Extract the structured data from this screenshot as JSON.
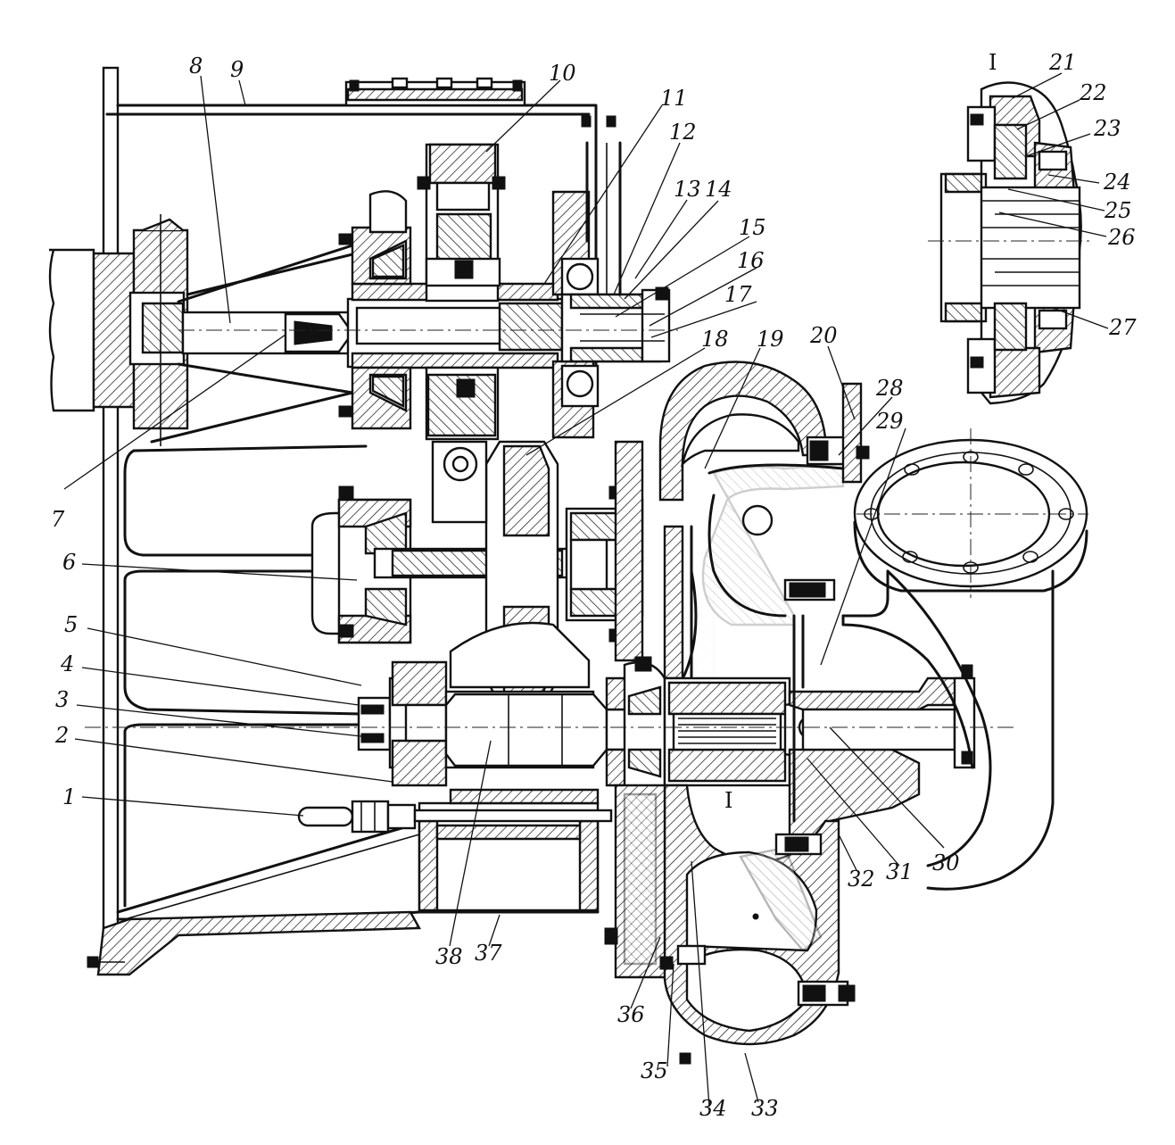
{
  "section_marks": {
    "inset_title": "I",
    "section_ref": "I"
  },
  "callouts": [
    {
      "n": "1"
    },
    {
      "n": "2"
    },
    {
      "n": "3"
    },
    {
      "n": "4"
    },
    {
      "n": "5"
    },
    {
      "n": "6"
    },
    {
      "n": "7"
    },
    {
      "n": "8"
    },
    {
      "n": "9"
    },
    {
      "n": "10"
    },
    {
      "n": "11"
    },
    {
      "n": "12"
    },
    {
      "n": "13"
    },
    {
      "n": "14"
    },
    {
      "n": "15"
    },
    {
      "n": "16"
    },
    {
      "n": "17"
    },
    {
      "n": "18"
    },
    {
      "n": "19"
    },
    {
      "n": "20"
    },
    {
      "n": "21"
    },
    {
      "n": "22"
    },
    {
      "n": "23"
    },
    {
      "n": "24"
    },
    {
      "n": "25"
    },
    {
      "n": "26"
    },
    {
      "n": "27"
    },
    {
      "n": "28"
    },
    {
      "n": "29"
    },
    {
      "n": "30"
    },
    {
      "n": "31"
    },
    {
      "n": "32"
    },
    {
      "n": "33"
    },
    {
      "n": "34"
    },
    {
      "n": "35"
    },
    {
      "n": "36"
    },
    {
      "n": "37"
    },
    {
      "n": "38"
    }
  ]
}
